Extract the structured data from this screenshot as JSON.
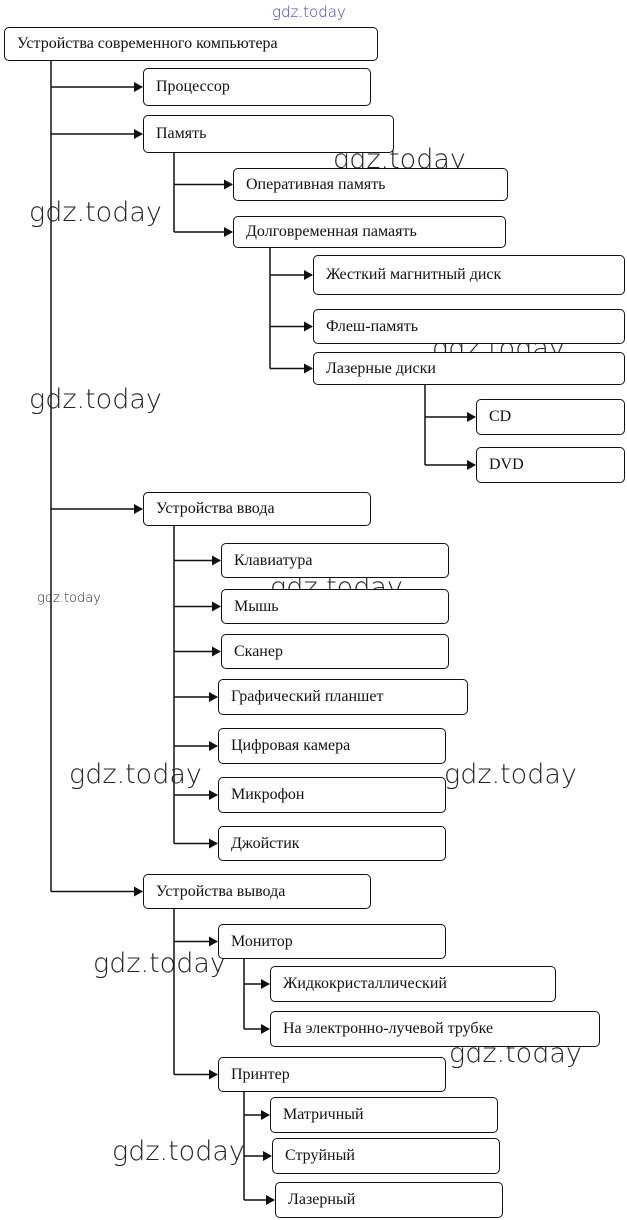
{
  "diagram": {
    "root": {
      "id": "root",
      "label": "Устройства современного компьютера"
    },
    "nodes": [
      {
        "id": "cpu",
        "parent": "root",
        "label": "Процессор"
      },
      {
        "id": "memory",
        "parent": "root",
        "label": "Память"
      },
      {
        "id": "ram",
        "parent": "memory",
        "label": "Оперативная память"
      },
      {
        "id": "storage",
        "parent": "memory",
        "label": "Долговременная памаять"
      },
      {
        "id": "hdd",
        "parent": "storage",
        "label": "Жесткий магнитный диск"
      },
      {
        "id": "flash",
        "parent": "storage",
        "label": "Флеш-память"
      },
      {
        "id": "optical",
        "parent": "storage",
        "label": "Лазерные диски"
      },
      {
        "id": "cd",
        "parent": "optical",
        "label": "CD"
      },
      {
        "id": "dvd",
        "parent": "optical",
        "label": "DVD"
      },
      {
        "id": "input",
        "parent": "root",
        "label": "Устройства ввода"
      },
      {
        "id": "keyboard",
        "parent": "input",
        "label": "Клавиатура"
      },
      {
        "id": "mouse",
        "parent": "input",
        "label": "Мышь"
      },
      {
        "id": "scanner",
        "parent": "input",
        "label": "Сканер"
      },
      {
        "id": "tablet",
        "parent": "input",
        "label": "Графический планшет"
      },
      {
        "id": "camera",
        "parent": "input",
        "label": "Цифровая камера"
      },
      {
        "id": "microphone",
        "parent": "input",
        "label": "Микрофон"
      },
      {
        "id": "joystick",
        "parent": "input",
        "label": "Джойстик"
      },
      {
        "id": "output",
        "parent": "root",
        "label": "Устройства вывода"
      },
      {
        "id": "monitor",
        "parent": "output",
        "label": "Монитор"
      },
      {
        "id": "lcd",
        "parent": "monitor",
        "label": "Жидкокристаллический"
      },
      {
        "id": "crt",
        "parent": "monitor",
        "label": "На электронно-лучевой трубке"
      },
      {
        "id": "printer",
        "parent": "output",
        "label": "Принтер"
      },
      {
        "id": "dotmatrix",
        "parent": "printer",
        "label": "Матричный"
      },
      {
        "id": "inkjet",
        "parent": "printer",
        "label": "Струйный"
      },
      {
        "id": "laser",
        "parent": "printer",
        "label": "Лазерный"
      }
    ]
  },
  "watermark": {
    "text": "gdz.today"
  }
}
